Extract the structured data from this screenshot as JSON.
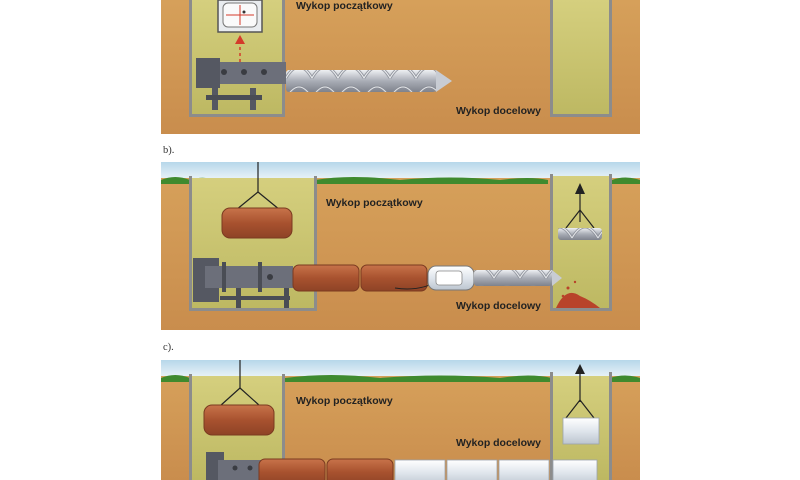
{
  "panels": [
    {
      "label": "",
      "text_start": "Wykop początkowy",
      "text_end": "Wykop docelowy"
    },
    {
      "label": "b).",
      "text_start": "Wykop początkowy",
      "text_end": "Wykop docelowy"
    },
    {
      "label": "c).",
      "text_start": "Wykop początkowy",
      "text_end": "Wykop docelowy"
    }
  ],
  "colors": {
    "soil": "#d9a55b",
    "soil_dark": "#c98a45",
    "sky": "#cfe4f0",
    "grass": "#3f8a2e",
    "shaft_fill": "#c9c46e",
    "shaft_wall": "#8c8c8c",
    "pipe_brick": "#b45f3a",
    "auger": "#b9bcc4",
    "machine": "#6c6f7a",
    "arrow_red": "#d43a2a",
    "new_pipe": "#e8edf2"
  }
}
